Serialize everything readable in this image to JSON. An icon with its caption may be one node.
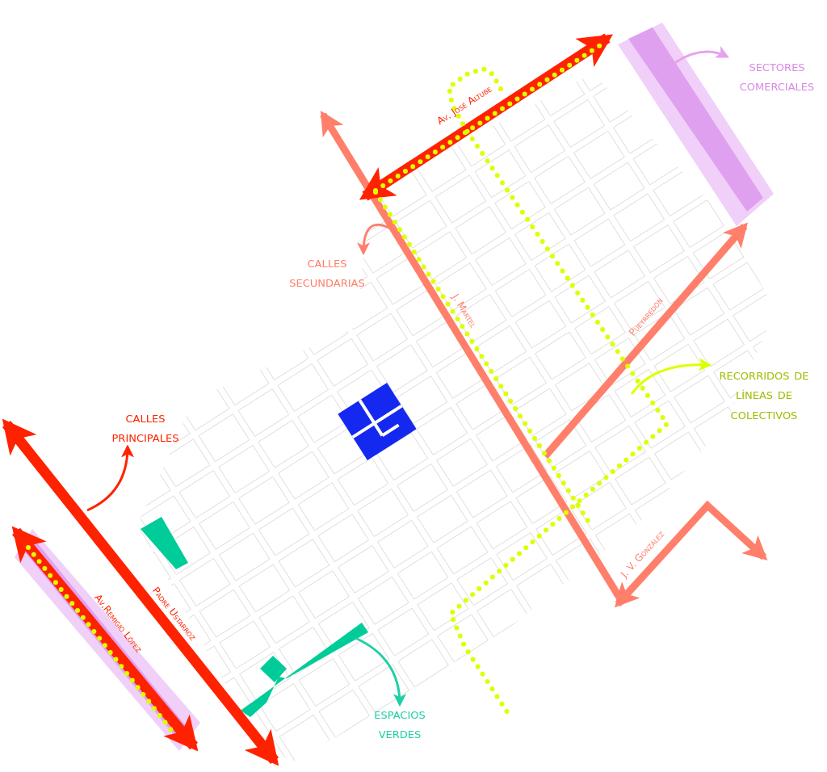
{
  "diagram": {
    "nodes": [
      {
        "text": [
          "sectores comerciales"
        ]
      },
      {
        "text": [
          "calles secundarias"
        ]
      },
      {
        "text": [
          "calles principales"
        ]
      },
      {
        "text": [
          "recorridos de líneas de colectivos"
        ]
      },
      {
        "text": [
          "espacios verdes"
        ]
      }
    ],
    "edges": [
      {
        "from": null,
        "to": 0,
        "arrow": "to",
        "color": "#e8a0f0"
      },
      {
        "from": null,
        "to": 1,
        "arrow": "to",
        "color": "#ff7f6a"
      },
      {
        "from": null,
        "to": 2,
        "arrow": "to",
        "color": "#ff2200"
      },
      {
        "from": null,
        "to": 3,
        "arrow": "to",
        "color": "#ddff00"
      },
      {
        "from": null,
        "to": 4,
        "arrow": "to",
        "color": "#1fcfa5"
      }
    ],
    "labels": [
      "Av. José Altube",
      "J. Martel",
      "Pueyrredón",
      "J. V. González",
      "Padre Ustarroz",
      "Av.Remigio López"
    ]
  }
}
